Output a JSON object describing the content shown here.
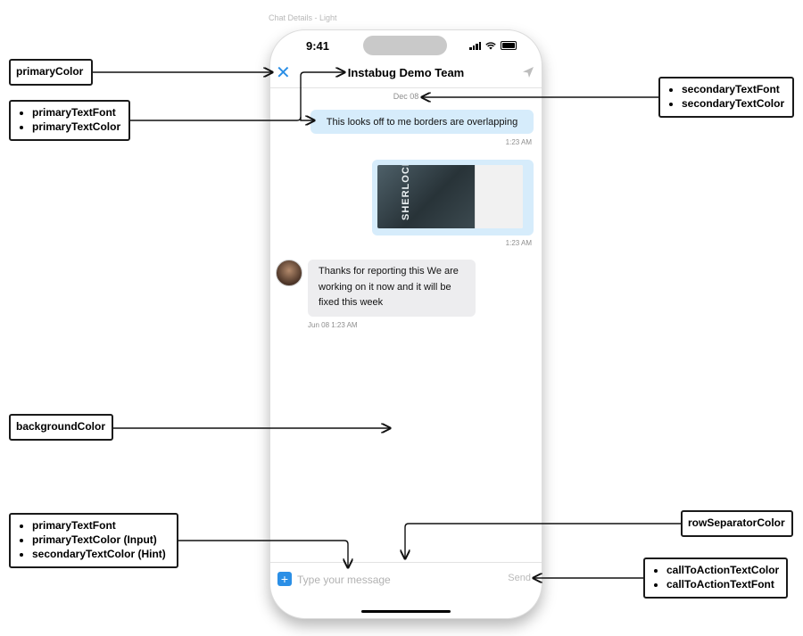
{
  "frame_title": "Chat Details - Light",
  "status_bar": {
    "time": "9:41"
  },
  "nav": {
    "title": "Instabug Demo Team"
  },
  "chat": {
    "date_separator": "Dec 08",
    "outgoing_text": "This looks off to me borders are overlapping",
    "outgoing_time": "1:23 AM",
    "image_time": "1:23 AM",
    "image_caption": "SHERLOCK",
    "incoming_text": "Thanks for reporting this We are working on it now and it will be fixed this week",
    "incoming_time": "Jun 08 1:23 AM"
  },
  "composer": {
    "placeholder": "Type your message",
    "send_label": "Send"
  },
  "annotations": {
    "primary_color": "primaryColor",
    "primary_text": [
      "primaryTextFont",
      "primaryTextColor"
    ],
    "secondary_text": [
      "secondaryTextFont",
      "secondaryTextColor"
    ],
    "background_color": "backgroundColor",
    "input_text": [
      "primaryTextFont",
      "primaryTextColor (Input)",
      "secondaryTextColor (Hint)"
    ],
    "row_separator": "rowSeparatorColor",
    "cta": [
      "callToActionTextColor",
      "callToActionTextFont"
    ]
  },
  "colors": {
    "accent": "#2b8fe6",
    "outgoing_bubble": "#d6ecfb",
    "incoming_bubble": "#ededef"
  },
  "icons": [
    "close-icon",
    "send-icon",
    "plus-icon",
    "signal-icon",
    "wifi-icon",
    "battery-icon"
  ]
}
